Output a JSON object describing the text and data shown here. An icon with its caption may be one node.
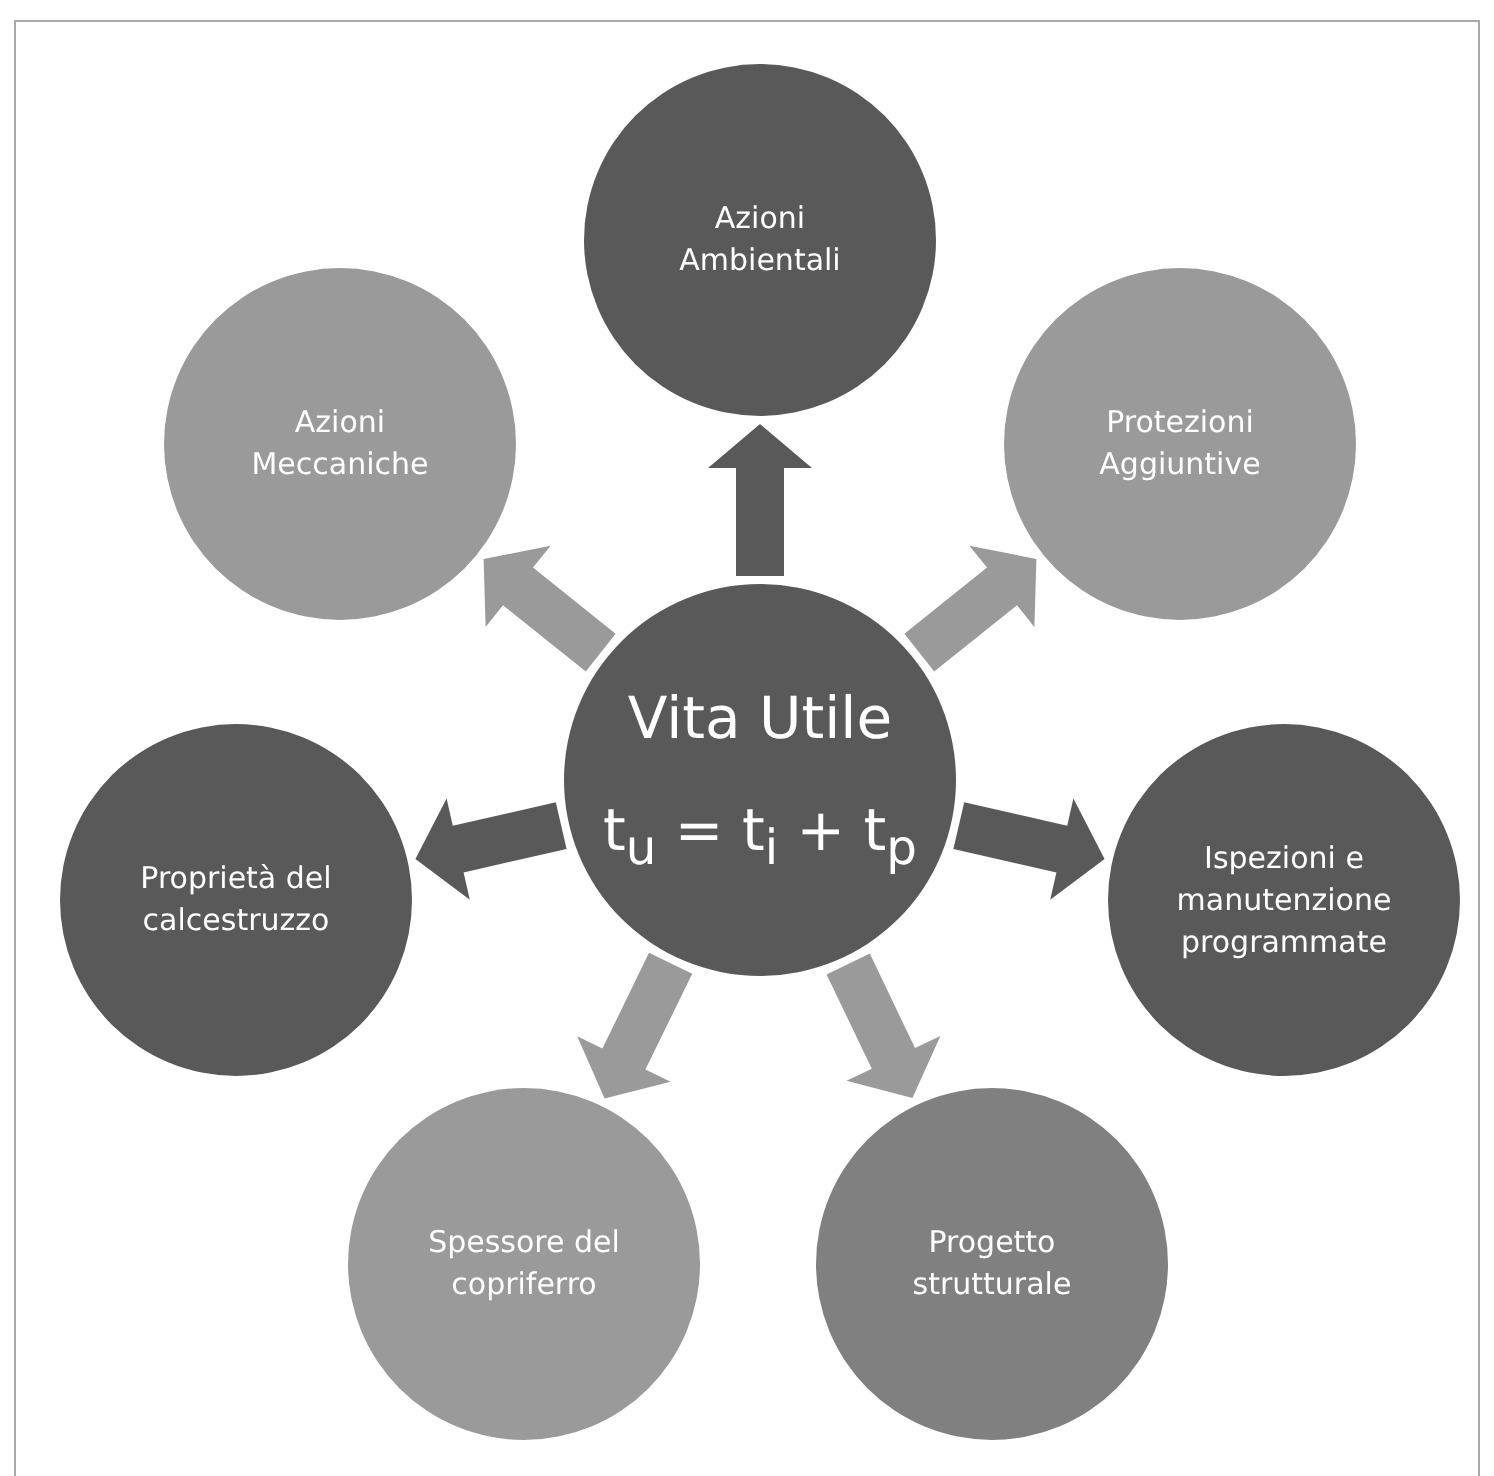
{
  "diagram": {
    "nodes": [
      {
        "text": [
          "Vita Utile",
          "t$_{u}$ = t$_{i}$ + t$_{p}$"
        ]
      },
      {
        "text": [
          "Azioni Ambientali"
        ]
      },
      {
        "text": [
          "Protezioni Aggiuntive"
        ]
      },
      {
        "text": [
          "Ispezioni e manutenzione programmate"
        ]
      },
      {
        "text": [
          "Progetto strutturale"
        ]
      },
      {
        "text": [
          "Spessore del copriferro"
        ]
      },
      {
        "text": [
          "Proprietà del calcestruzzo"
        ]
      },
      {
        "text": [
          "Azioni Meccaniche"
        ]
      }
    ],
    "edges": [
      {
        "from": 0,
        "to": 1,
        "arrow": "to",
        "style": "thick",
        "color": "#595959"
      },
      {
        "from": 0,
        "to": 2,
        "arrow": "to",
        "style": "thick"
      },
      {
        "from": 0,
        "to": 3,
        "arrow": "to",
        "style": "thick",
        "color": "#595959"
      },
      {
        "from": 0,
        "to": 4,
        "arrow": "to",
        "style": "thick"
      },
      {
        "from": 0,
        "to": 5,
        "arrow": "to",
        "style": "thick"
      },
      {
        "from": 0,
        "to": 6,
        "arrow": "to",
        "style": "thick",
        "color": "#595959"
      },
      {
        "from": 0,
        "to": 7,
        "arrow": "to",
        "style": "thick"
      }
    ]
  }
}
